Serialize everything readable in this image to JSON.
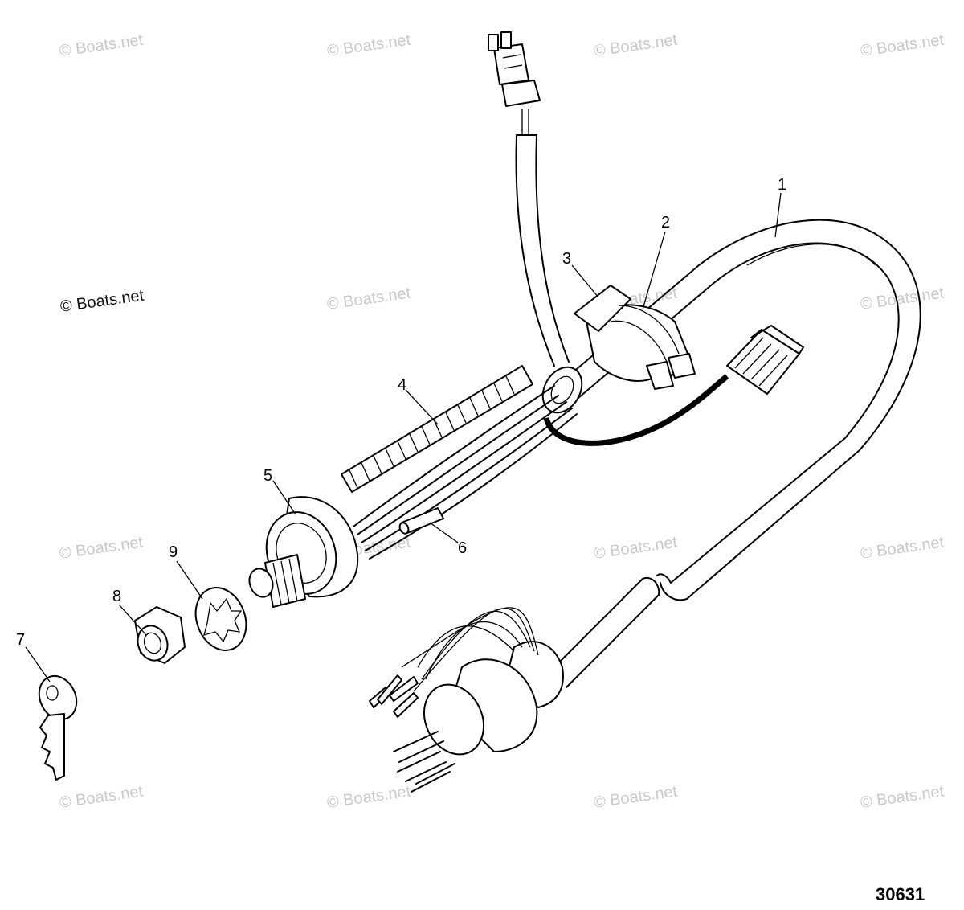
{
  "callouts": {
    "c1": "1",
    "c2": "2",
    "c3": "3",
    "c4": "4",
    "c5": "5",
    "c6": "6",
    "c7": "7",
    "c8": "8",
    "c9": "9"
  },
  "watermark_text": "© Boats.net",
  "figure_number": "30631"
}
